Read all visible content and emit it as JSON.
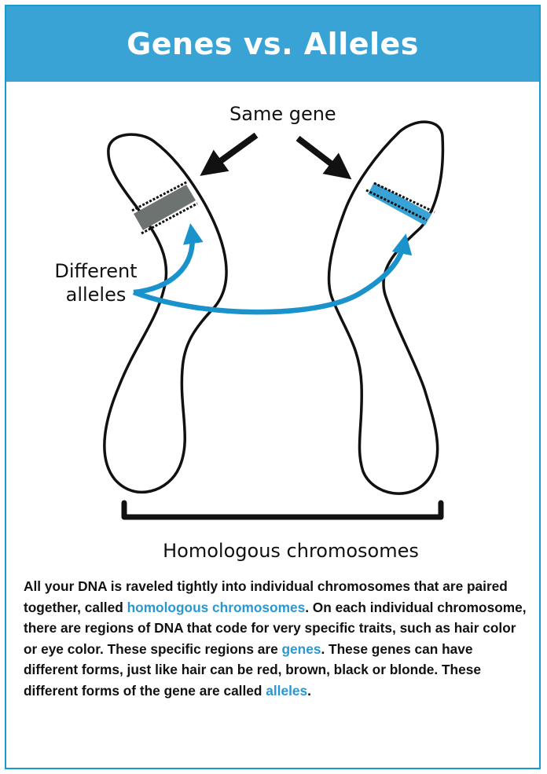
{
  "title": "Genes vs. Alleles",
  "labels": {
    "same_gene": "Same gene",
    "different": "Different",
    "alleles": "alleles",
    "homologous": "Homologous chromosomes"
  },
  "description": [
    {
      "text": "All your DNA is raveled tightly into individual chromosomes that are paired together, called ",
      "highlight": false
    },
    {
      "text": "homologous chromosomes",
      "highlight": true
    },
    {
      "text": ". On each individual chromosome, there are regions of DNA that code for very specific traits, such as hair color or eye color. These specific regions are ",
      "highlight": false
    },
    {
      "text": "genes",
      "highlight": true
    },
    {
      "text": ". These genes can have different forms, just like hair can be red, brown, black or blonde. These different forms of the gene are called ",
      "highlight": false
    },
    {
      "text": "alleles",
      "highlight": true
    },
    {
      "text": ".",
      "highlight": false
    }
  ],
  "colors": {
    "header_bg": "#3aa3d6",
    "border": "#1899d0",
    "accent": "#2a97cf",
    "gene_left": "#6d7370",
    "gene_right": "#3aa3d6"
  }
}
